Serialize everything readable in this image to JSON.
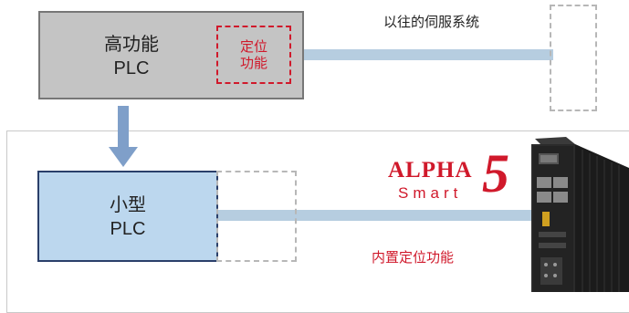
{
  "top_plc": {
    "label": "高功能\nPLC"
  },
  "positioning_module": {
    "label": "定位\n功能"
  },
  "old_servo": {
    "label": "以往的伺服系统"
  },
  "small_plc": {
    "label": "小型\nPLC"
  },
  "logo": {
    "word": "ALPHA",
    "number": "5",
    "subword": "Smart"
  },
  "builtin_feature": {
    "label": "内置定位功能"
  },
  "colors": {
    "accent_red": "#d0192b",
    "cable_blue": "#b6cde0",
    "arrow_blue": "#7f9fc9",
    "small_plc_fill": "#bcd7ee",
    "top_plc_fill": "#c4c4c4"
  }
}
